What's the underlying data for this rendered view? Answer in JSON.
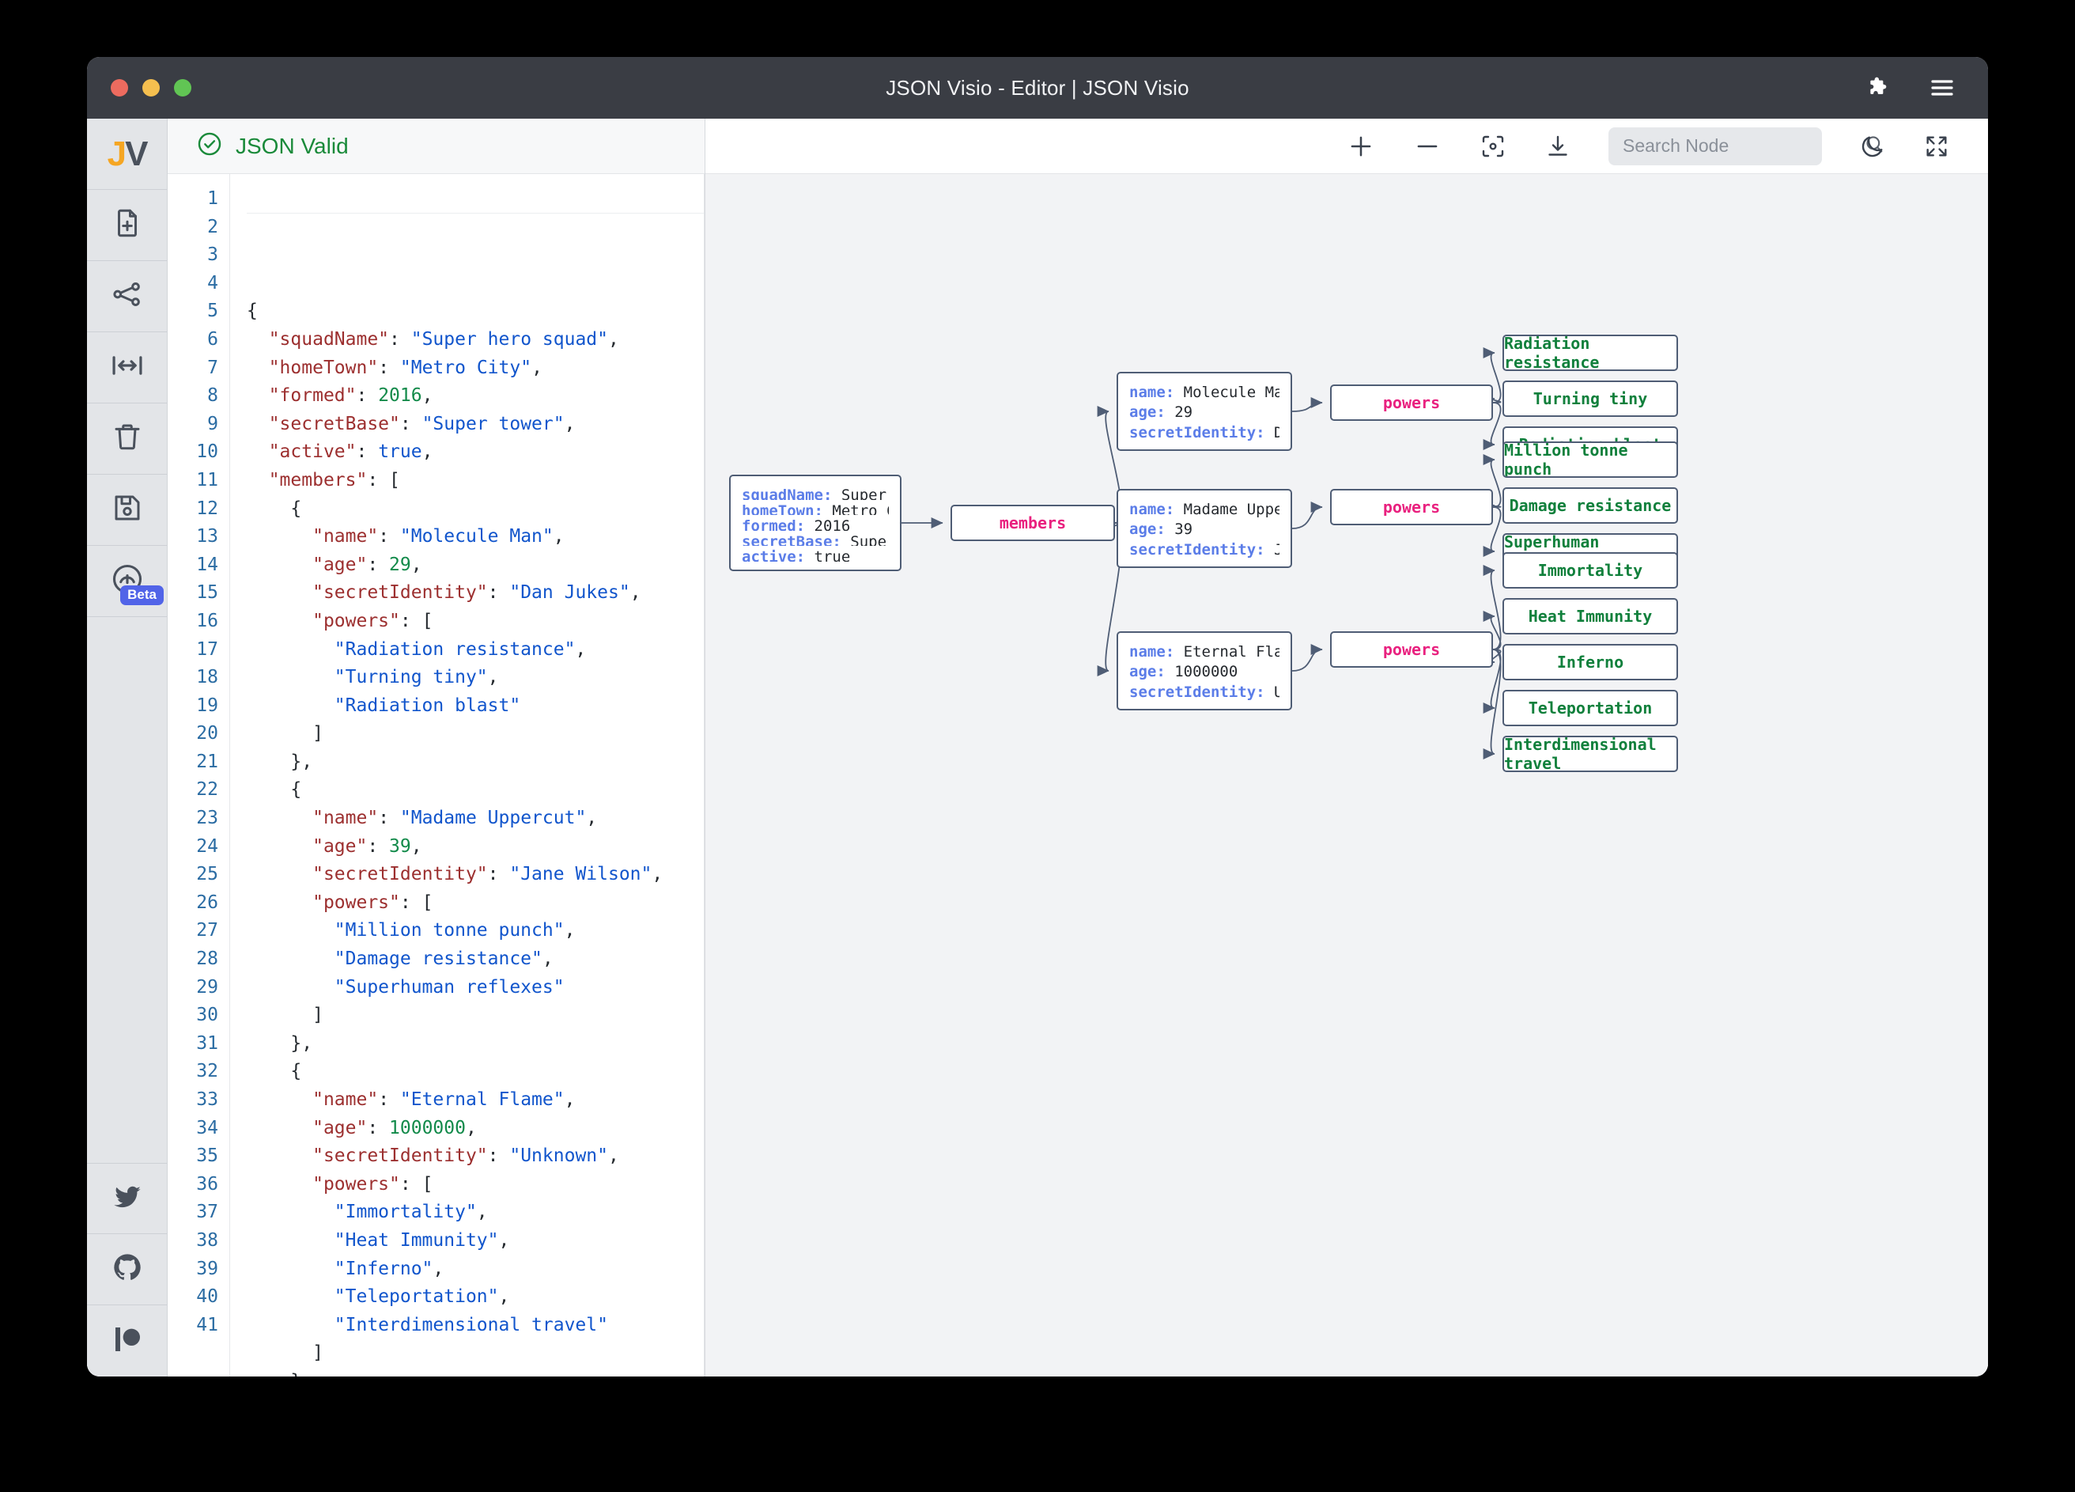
{
  "window": {
    "title": "JSON Visio - Editor | JSON Visio",
    "traffic": [
      "close",
      "minimize",
      "maximize"
    ],
    "titlebar_icons": [
      "puzzle-icon",
      "menu-icon"
    ]
  },
  "rail": {
    "logo_j": "J",
    "logo_v": "V",
    "items": [
      {
        "icon": "file-plus-icon",
        "name": "new-document"
      },
      {
        "icon": "share-nodes-icon",
        "name": "share"
      },
      {
        "icon": "expand-width-icon",
        "name": "toggle-layout"
      },
      {
        "icon": "trash-icon",
        "name": "clear"
      },
      {
        "icon": "floppy-disk-icon",
        "name": "save"
      },
      {
        "icon": "gauge-icon",
        "name": "cloud-beta",
        "badge": "Beta"
      }
    ],
    "social": [
      {
        "icon": "twitter-icon",
        "name": "twitter-link"
      },
      {
        "icon": "github-icon",
        "name": "github-link"
      },
      {
        "icon": "patreon-icon",
        "name": "patreon-link"
      }
    ]
  },
  "editor": {
    "status": "JSON Valid",
    "status_icon": "check-circle-icon",
    "status_color": "#1a8a3a",
    "line_count": 41,
    "lines": [
      [
        [
          "p",
          "{"
        ]
      ],
      [
        [
          "p",
          "  "
        ],
        [
          "k",
          "\"squadName\""
        ],
        [
          "p",
          ": "
        ],
        [
          "s",
          "\"Super hero squad\""
        ],
        [
          "p",
          ","
        ]
      ],
      [
        [
          "p",
          "  "
        ],
        [
          "k",
          "\"homeTown\""
        ],
        [
          "p",
          ": "
        ],
        [
          "s",
          "\"Metro City\""
        ],
        [
          "p",
          ","
        ]
      ],
      [
        [
          "p",
          "  "
        ],
        [
          "k",
          "\"formed\""
        ],
        [
          "p",
          ": "
        ],
        [
          "n",
          "2016"
        ],
        [
          "p",
          ","
        ]
      ],
      [
        [
          "p",
          "  "
        ],
        [
          "k",
          "\"secretBase\""
        ],
        [
          "p",
          ": "
        ],
        [
          "s",
          "\"Super tower\""
        ],
        [
          "p",
          ","
        ]
      ],
      [
        [
          "p",
          "  "
        ],
        [
          "k",
          "\"active\""
        ],
        [
          "p",
          ": "
        ],
        [
          "b",
          "true"
        ],
        [
          "p",
          ","
        ]
      ],
      [
        [
          "p",
          "  "
        ],
        [
          "k",
          "\"members\""
        ],
        [
          "p",
          ": ["
        ]
      ],
      [
        [
          "p",
          "    {"
        ]
      ],
      [
        [
          "p",
          "      "
        ],
        [
          "k",
          "\"name\""
        ],
        [
          "p",
          ": "
        ],
        [
          "s",
          "\"Molecule Man\""
        ],
        [
          "p",
          ","
        ]
      ],
      [
        [
          "p",
          "      "
        ],
        [
          "k",
          "\"age\""
        ],
        [
          "p",
          ": "
        ],
        [
          "n",
          "29"
        ],
        [
          "p",
          ","
        ]
      ],
      [
        [
          "p",
          "      "
        ],
        [
          "k",
          "\"secretIdentity\""
        ],
        [
          "p",
          ": "
        ],
        [
          "s",
          "\"Dan Jukes\""
        ],
        [
          "p",
          ","
        ]
      ],
      [
        [
          "p",
          "      "
        ],
        [
          "k",
          "\"powers\""
        ],
        [
          "p",
          ": ["
        ]
      ],
      [
        [
          "p",
          "        "
        ],
        [
          "s",
          "\"Radiation resistance\""
        ],
        [
          "p",
          ","
        ]
      ],
      [
        [
          "p",
          "        "
        ],
        [
          "s",
          "\"Turning tiny\""
        ],
        [
          "p",
          ","
        ]
      ],
      [
        [
          "p",
          "        "
        ],
        [
          "s",
          "\"Radiation blast\""
        ]
      ],
      [
        [
          "p",
          "      ]"
        ]
      ],
      [
        [
          "p",
          "    },"
        ]
      ],
      [
        [
          "p",
          "    {"
        ]
      ],
      [
        [
          "p",
          "      "
        ],
        [
          "k",
          "\"name\""
        ],
        [
          "p",
          ": "
        ],
        [
          "s",
          "\"Madame Uppercut\""
        ],
        [
          "p",
          ","
        ]
      ],
      [
        [
          "p",
          "      "
        ],
        [
          "k",
          "\"age\""
        ],
        [
          "p",
          ": "
        ],
        [
          "n",
          "39"
        ],
        [
          "p",
          ","
        ]
      ],
      [
        [
          "p",
          "      "
        ],
        [
          "k",
          "\"secretIdentity\""
        ],
        [
          "p",
          ": "
        ],
        [
          "s",
          "\"Jane Wilson\""
        ],
        [
          "p",
          ","
        ]
      ],
      [
        [
          "p",
          "      "
        ],
        [
          "k",
          "\"powers\""
        ],
        [
          "p",
          ": ["
        ]
      ],
      [
        [
          "p",
          "        "
        ],
        [
          "s",
          "\"Million tonne punch\""
        ],
        [
          "p",
          ","
        ]
      ],
      [
        [
          "p",
          "        "
        ],
        [
          "s",
          "\"Damage resistance\""
        ],
        [
          "p",
          ","
        ]
      ],
      [
        [
          "p",
          "        "
        ],
        [
          "s",
          "\"Superhuman reflexes\""
        ]
      ],
      [
        [
          "p",
          "      ]"
        ]
      ],
      [
        [
          "p",
          "    },"
        ]
      ],
      [
        [
          "p",
          "    {"
        ]
      ],
      [
        [
          "p",
          "      "
        ],
        [
          "k",
          "\"name\""
        ],
        [
          "p",
          ": "
        ],
        [
          "s",
          "\"Eternal Flame\""
        ],
        [
          "p",
          ","
        ]
      ],
      [
        [
          "p",
          "      "
        ],
        [
          "k",
          "\"age\""
        ],
        [
          "p",
          ": "
        ],
        [
          "n",
          "1000000"
        ],
        [
          "p",
          ","
        ]
      ],
      [
        [
          "p",
          "      "
        ],
        [
          "k",
          "\"secretIdentity\""
        ],
        [
          "p",
          ": "
        ],
        [
          "s",
          "\"Unknown\""
        ],
        [
          "p",
          ","
        ]
      ],
      [
        [
          "p",
          "      "
        ],
        [
          "k",
          "\"powers\""
        ],
        [
          "p",
          ": ["
        ]
      ],
      [
        [
          "p",
          "        "
        ],
        [
          "s",
          "\"Immortality\""
        ],
        [
          "p",
          ","
        ]
      ],
      [
        [
          "p",
          "        "
        ],
        [
          "s",
          "\"Heat Immunity\""
        ],
        [
          "p",
          ","
        ]
      ],
      [
        [
          "p",
          "        "
        ],
        [
          "s",
          "\"Inferno\""
        ],
        [
          "p",
          ","
        ]
      ],
      [
        [
          "p",
          "        "
        ],
        [
          "s",
          "\"Teleportation\""
        ],
        [
          "p",
          ","
        ]
      ],
      [
        [
          "p",
          "        "
        ],
        [
          "s",
          "\"Interdimensional travel\""
        ]
      ],
      [
        [
          "p",
          "      ]"
        ]
      ],
      [
        [
          "p",
          "    }"
        ]
      ],
      [
        [
          "p",
          "  ]"
        ]
      ],
      [
        [
          "p",
          "}"
        ]
      ]
    ]
  },
  "toolbar": {
    "zoom_in": "zoom-in-icon",
    "zoom_out": "zoom-out-icon",
    "center": "center-focus-icon",
    "download": "download-icon",
    "search_placeholder": "Search Node",
    "search_value": "",
    "search_icon": "search-icon",
    "dark_mode": "moon-icon",
    "fullscreen": "fullscreen-icon"
  },
  "graph": {
    "root": {
      "rows": [
        {
          "key": "squadName",
          "value": "Super hero…"
        },
        {
          "key": "homeTown",
          "value": "Metro City"
        },
        {
          "key": "formed",
          "value": "2016"
        },
        {
          "key": "secretBase",
          "value": "Super tow…"
        },
        {
          "key": "active",
          "value": "true"
        }
      ]
    },
    "members_label": "members",
    "members": [
      {
        "rows": [
          {
            "key": "name",
            "value": "Molecule Man"
          },
          {
            "key": "age",
            "value": "29"
          },
          {
            "key": "secretIdentity",
            "value": "Dan J…"
          }
        ],
        "powers_label": "powers",
        "powers": [
          "Radiation resistance",
          "Turning tiny",
          "Radiation blast"
        ]
      },
      {
        "rows": [
          {
            "key": "name",
            "value": "Madame Uppercut"
          },
          {
            "key": "age",
            "value": "39"
          },
          {
            "key": "secretIdentity",
            "value": "Jane …"
          }
        ],
        "powers_label": "powers",
        "powers": [
          "Million tonne punch",
          "Damage resistance",
          "Superhuman reflexes"
        ]
      },
      {
        "rows": [
          {
            "key": "name",
            "value": "Eternal Flame"
          },
          {
            "key": "age",
            "value": "1000000"
          },
          {
            "key": "secretIdentity",
            "value": "Unkno…"
          }
        ],
        "powers_label": "powers",
        "powers": [
          "Immortality",
          "Heat Immunity",
          "Inferno",
          "Teleportation",
          "Interdimensional travel"
        ]
      }
    ],
    "colors": {
      "node_border": "#4f5d75",
      "key": "#5b7de8",
      "parent_text": "#e9217f",
      "leaf_text": "#11803c",
      "canvas_bg": "#f2f3f5",
      "edge": "#4f5d75"
    }
  }
}
